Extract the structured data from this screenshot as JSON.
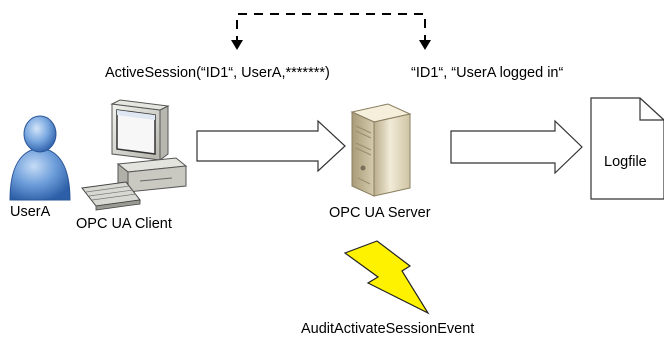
{
  "labels": {
    "active_session": "ActiveSession(“ID1“, UserA,*******)",
    "logged_in": "“ID1“, “UserA logged in“",
    "user": "UserA",
    "client": "OPC UA Client",
    "server": "OPC UA Server",
    "logfile": "Logfile",
    "event": "AuditActivateSessionEvent"
  },
  "colors": {
    "user": "#5a8fd0",
    "lightning": "#fff200",
    "server": "#e8dfc4",
    "computer": "#dcdcd6"
  },
  "icons": [
    "user-icon",
    "computer-icon",
    "keyboard-icon",
    "server-icon",
    "logfile-icon",
    "lightning-icon"
  ]
}
